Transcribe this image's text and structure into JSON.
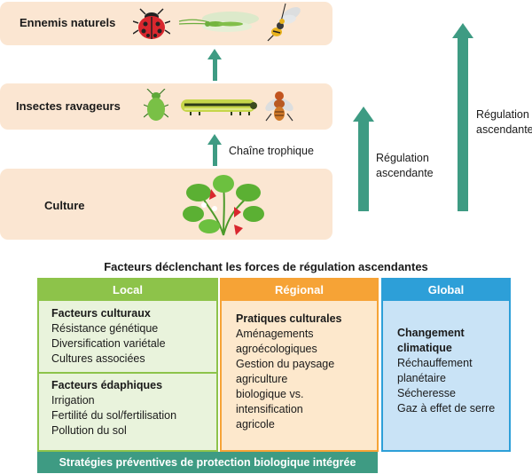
{
  "tiers": {
    "top": "Ennemis naturels",
    "middle": "Insectes ravageurs",
    "bottom": "Culture"
  },
  "trophic_label": "Chaîne trophique",
  "regulation_1": [
    "Régulation",
    "ascendante"
  ],
  "regulation_2": [
    "Régulation",
    "ascendante"
  ],
  "factors_title": "Facteurs déclenchant les forces de régulation ascendantes",
  "local": {
    "header": "Local",
    "sec1_title": "Facteurs culturaux",
    "sec1_items": [
      "Résistance génétique",
      "Diversification variétale",
      "Cultures associées"
    ],
    "sec2_title": "Facteurs édaphiques",
    "sec2_items": [
      "Irrigation",
      "Fertilité du sol/fertilisation",
      "Pollution du sol"
    ]
  },
  "regional": {
    "header": "Régional",
    "title": "Pratiques culturales",
    "items": [
      "Aménagements",
      "agroécologiques",
      "Gestion du paysage",
      "agriculture",
      "biologique vs.",
      "intensification",
      "agricole"
    ]
  },
  "global": {
    "header": "Global",
    "title": [
      "Changement",
      "climatique"
    ],
    "items": [
      "Réchauffement",
      "planétaire",
      "Sécheresse",
      "Gaz à effet de serre"
    ]
  },
  "footer": "Stratégies préventives de protection biologique intégrée",
  "colors": {
    "tier_bg": "#fbe6d2",
    "arrow": "#3e9b83",
    "local": "#8dc34a",
    "regional": "#f6a336",
    "global": "#2d9fd8",
    "footer": "#3e9b83"
  }
}
